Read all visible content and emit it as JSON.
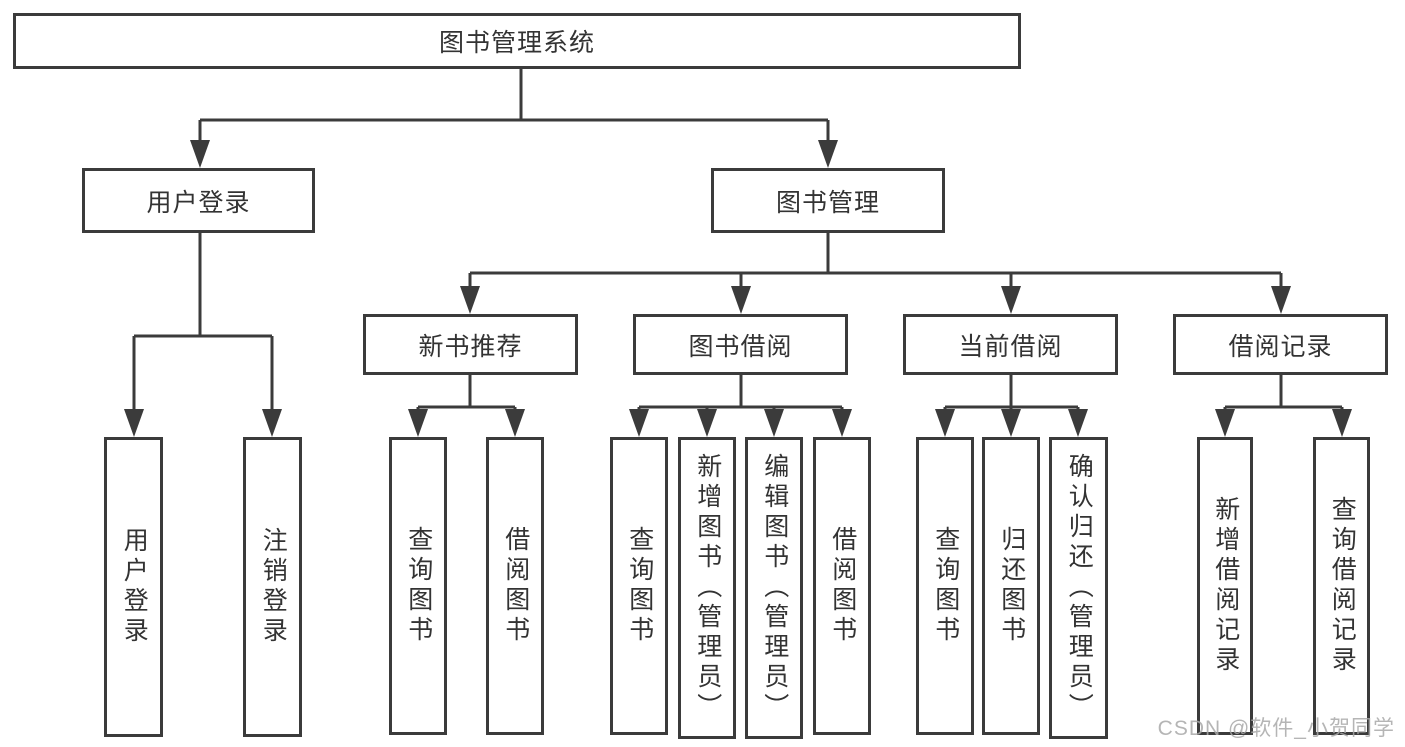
{
  "colors": {
    "line": "#3b3b3b",
    "text": "#333333",
    "background": "#ffffff",
    "watermark": "#a9a9a9"
  },
  "tree": {
    "root": "图书管理系统",
    "children": [
      {
        "label": "用户登录",
        "children": [
          {
            "label": "用户登录"
          },
          {
            "label": "注销登录"
          }
        ]
      },
      {
        "label": "图书管理",
        "children": [
          {
            "label": "新书推荐",
            "children": [
              {
                "label": "查询图书"
              },
              {
                "label": "借阅图书"
              }
            ]
          },
          {
            "label": "图书借阅",
            "children": [
              {
                "label": "查询图书"
              },
              {
                "label": "新增图书（管理员）"
              },
              {
                "label": "编辑图书（管理员）"
              },
              {
                "label": "借阅图书"
              }
            ]
          },
          {
            "label": "当前借阅",
            "children": [
              {
                "label": "查询图书"
              },
              {
                "label": "归还图书"
              },
              {
                "label": "确认归还（管理员）"
              }
            ]
          },
          {
            "label": "借阅记录",
            "children": [
              {
                "label": "新增借阅记录"
              },
              {
                "label": "查询借阅记录"
              }
            ]
          }
        ]
      }
    ]
  },
  "watermark": "CSDN @软件_小贺同学"
}
